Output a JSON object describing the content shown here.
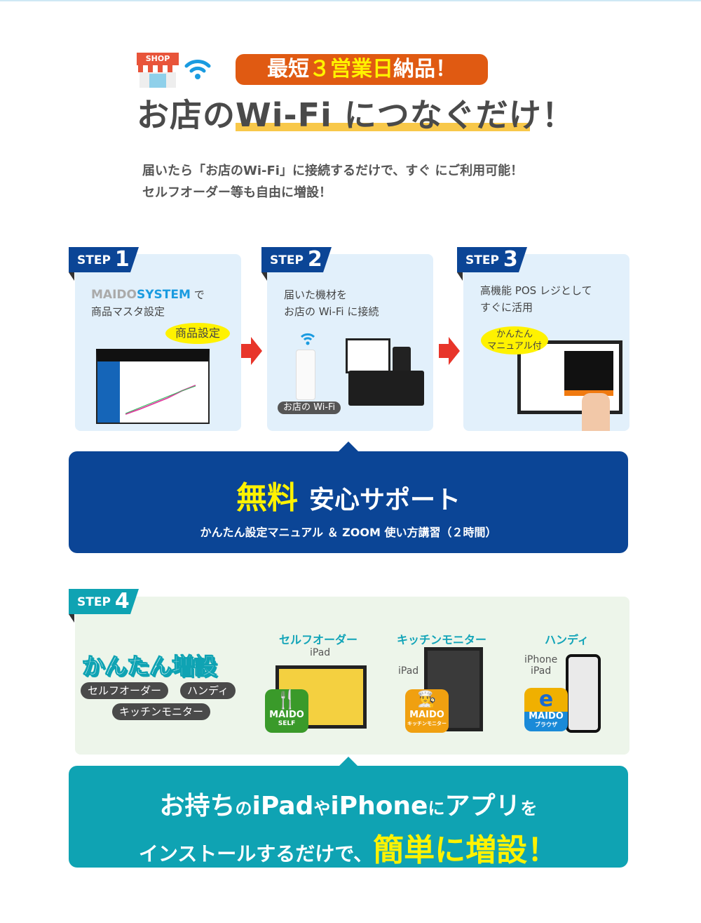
{
  "hero": {
    "shop_sign": "SHOP",
    "badge": {
      "pre": "最短",
      "highlight": "３営業日",
      "post": "納品！"
    },
    "headline": "お店のWi-Fi につなぐだけ！",
    "lead_lines": [
      "届いたら「お店のWi-Fi」に接続するだけで、すぐ にご利用可能！",
      "セルフオーダー等も自由に増設！"
    ]
  },
  "steps": [
    {
      "label": "STEP",
      "num": "1",
      "brand": "MAIDO SYSTEM",
      "brand_maido": "MAIDO",
      "brand_system": "SYSTEM",
      "text_suffix": "で",
      "text2": "商品マスタ設定",
      "bubble": "商品設定"
    },
    {
      "label": "STEP",
      "num": "2",
      "text1": "届いた機材を",
      "text2": "お店の Wi-Fi に接続",
      "tag": "お店の Wi-Fi"
    },
    {
      "label": "STEP",
      "num": "3",
      "text1": "高機能 POS レジとして",
      "text2": "すぐに活用",
      "bubble1": "かんたん",
      "bubble2": "マニュアル付"
    }
  ],
  "support": {
    "free": "無料",
    "title": "安心サポート",
    "sub": "かんたん設定マニュアル ＆ ZOOM 使い方講習（２時間）"
  },
  "step4": {
    "label": "STEP",
    "num": "4",
    "headline": "かんたん増設",
    "pills": [
      "セルフオーダー",
      "ハンディ",
      "キッチンモニター"
    ],
    "apps": [
      {
        "title": "セルフオーダー",
        "devices": "iPad",
        "icon_text": "MAIDO",
        "icon_sub": "SELF",
        "color": "#3a9a2a"
      },
      {
        "title": "キッチンモニター",
        "devices": "iPad",
        "icon_text": "MAIDO",
        "icon_sub": "キッチンモニター",
        "color": "#f0a010"
      },
      {
        "title": "ハンディ",
        "devices": "iPhone\niPad",
        "icon_text": "MAIDO",
        "icon_sub": "ブラウザ",
        "color": "#1a8ad8"
      }
    ]
  },
  "bottom": {
    "l1a": "お持ち",
    "l1b": "の",
    "l1c": "iPad",
    "l1d": "や",
    "l1e": "iPhone",
    "l1f": "に",
    "l1g": "アプリ",
    "l1h": "を",
    "l2a": "インストールするだけで、",
    "l2b": "簡単に増設！"
  },
  "colors": {
    "navy": "#0b4596",
    "teal": "#0fa3b3",
    "orange": "#e05a12",
    "yellow": "#fff200",
    "arrow": "#e8352a"
  }
}
